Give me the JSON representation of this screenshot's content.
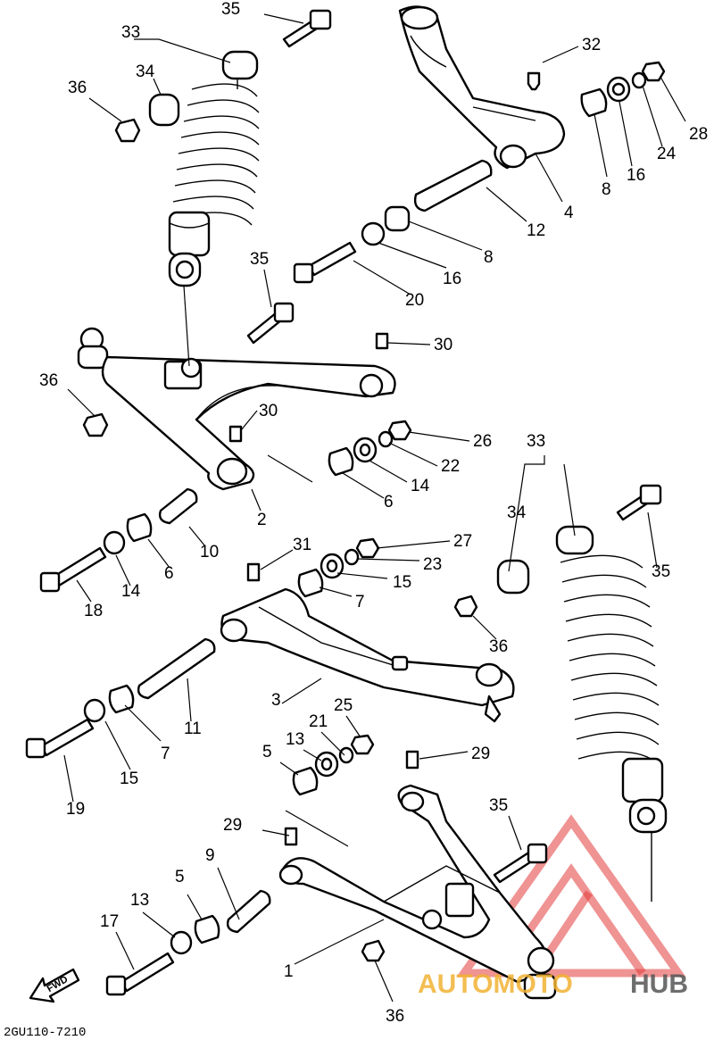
{
  "figure_code": "2GU110-7210",
  "direction_label": "FWD",
  "watermark": {
    "text_a": "AUTOMOTO",
    "text_b": "HUB",
    "color_a": "#f2b233",
    "color_b": "#555555",
    "logo_color": "#e23b3b"
  },
  "callouts": [
    {
      "n": "35"
    },
    {
      "n": "33"
    },
    {
      "n": "34"
    },
    {
      "n": "36"
    },
    {
      "n": "32"
    },
    {
      "n": "28"
    },
    {
      "n": "24"
    },
    {
      "n": "16"
    },
    {
      "n": "8"
    },
    {
      "n": "4"
    },
    {
      "n": "12"
    },
    {
      "n": "8"
    },
    {
      "n": "16"
    },
    {
      "n": "20"
    },
    {
      "n": "35"
    },
    {
      "n": "30"
    },
    {
      "n": "36"
    },
    {
      "n": "30"
    },
    {
      "n": "26"
    },
    {
      "n": "22"
    },
    {
      "n": "14"
    },
    {
      "n": "6"
    },
    {
      "n": "2"
    },
    {
      "n": "10"
    },
    {
      "n": "6"
    },
    {
      "n": "14"
    },
    {
      "n": "18"
    },
    {
      "n": "31"
    },
    {
      "n": "27"
    },
    {
      "n": "23"
    },
    {
      "n": "15"
    },
    {
      "n": "7"
    },
    {
      "n": "33"
    },
    {
      "n": "34"
    },
    {
      "n": "35"
    },
    {
      "n": "36"
    },
    {
      "n": "3"
    },
    {
      "n": "11"
    },
    {
      "n": "7"
    },
    {
      "n": "15"
    },
    {
      "n": "19"
    },
    {
      "n": "25"
    },
    {
      "n": "21"
    },
    {
      "n": "13"
    },
    {
      "n": "5"
    },
    {
      "n": "29"
    },
    {
      "n": "29"
    },
    {
      "n": "9"
    },
    {
      "n": "5"
    },
    {
      "n": "13"
    },
    {
      "n": "17"
    },
    {
      "n": "35"
    },
    {
      "n": "1"
    },
    {
      "n": "36"
    }
  ]
}
